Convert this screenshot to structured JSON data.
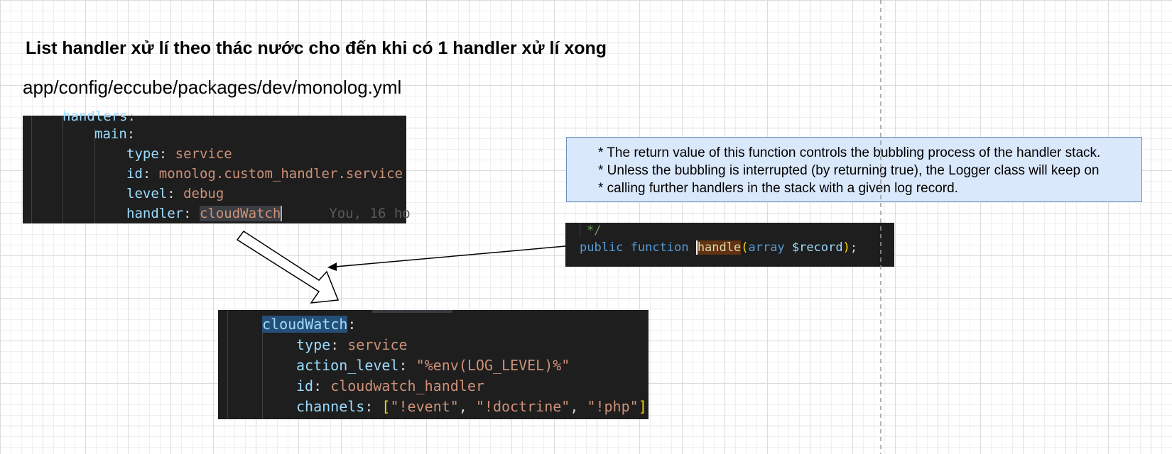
{
  "title": "List handler xử lí theo thác nước cho đến khi có 1 handler xử lí xong",
  "file_path": "app/config/eccube/packages/dev/monolog.yml",
  "config_snippet": {
    "handlers_key": "handlers",
    "main_key": "main",
    "type_key": "type",
    "type_value": "service",
    "id_key": "id",
    "id_value": "monolog.custom_handler.service",
    "level_key": "level",
    "level_value": "debug",
    "handler_key": "handler",
    "handler_value": "cloudWatch",
    "blame": "You, 16 ho"
  },
  "cloud_snippet": {
    "cloudwatch_key": "cloudWatch",
    "type_key": "type",
    "type_value": "service",
    "action_level_key": "action_level",
    "action_level_value": "\"%env(LOG_LEVEL)%\"",
    "id_key": "id",
    "id_value": "cloudwatch_handler",
    "channels_key": "channels",
    "channel_1": "\"!event\"",
    "channel_2": "\"!doctrine\"",
    "channel_3": "\"!php\""
  },
  "handle_snippet": {
    "comment_end": "*/",
    "public_kw": "public",
    "function_kw": "function",
    "fn_name": "handle",
    "type_kw": "array",
    "param": "$record"
  },
  "note": {
    "line1": "* The return value of this function controls the bubbling process of the handler stack.",
    "line2": "* Unless the bubbling is interrupted (by returning true), the Logger class will keep on",
    "line3": "* calling further handlers in the stack with a given log record."
  },
  "colors": {
    "code_bg": "#1e1e1e",
    "note_fill": "#dae8fc",
    "note_border": "#6c8ebf"
  }
}
